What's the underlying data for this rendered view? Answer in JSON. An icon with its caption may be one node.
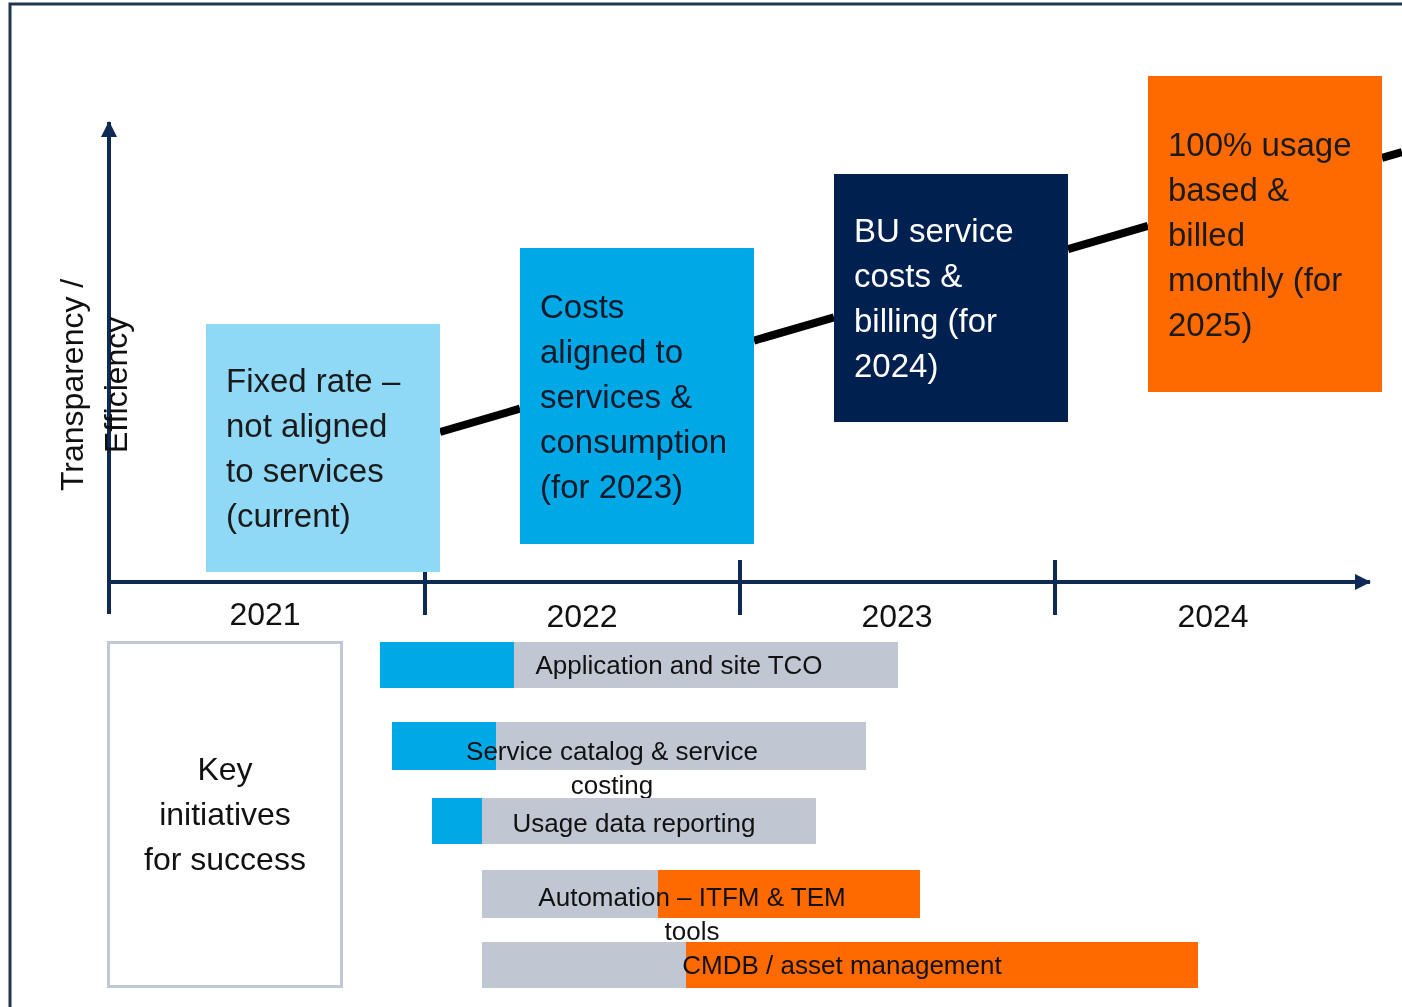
{
  "diagram": {
    "nodes": [
      {
        "text": [
          "Fixed rate – not aligned to services (current)"
        ]
      },
      {
        "text": [
          "Costs aligned to services & consumption (for 2023)"
        ]
      },
      {
        "text": [
          "BU service costs & billing (for 2024)"
        ]
      },
      {
        "text": [
          "100% usage based & billed monthly (for 2025)"
        ]
      },
      {
        "text": [
          "Key initiatives for success"
        ]
      },
      {
        "text": [
          "Application and site TCO"
        ]
      },
      {
        "text": [
          "Service catalog & service costing"
        ]
      },
      {
        "text": [
          "Usage data reporting"
        ]
      },
      {
        "text": [
          "Automation – ITFM & TEM tools"
        ]
      },
      {
        "text": [
          "CMDB / asset management"
        ]
      }
    ],
    "edges": [
      {
        "from": 0,
        "to": 1,
        "arrow": "none"
      },
      {
        "from": 1,
        "to": 2,
        "arrow": "none"
      },
      {
        "from": 2,
        "to": 3,
        "arrow": "none"
      },
      {
        "from": 3,
        "to": null,
        "arrow": "none"
      }
    ],
    "labels": [
      "Transparency / Efficiency",
      "2021",
      "2022",
      "2023",
      "2024"
    ]
  }
}
